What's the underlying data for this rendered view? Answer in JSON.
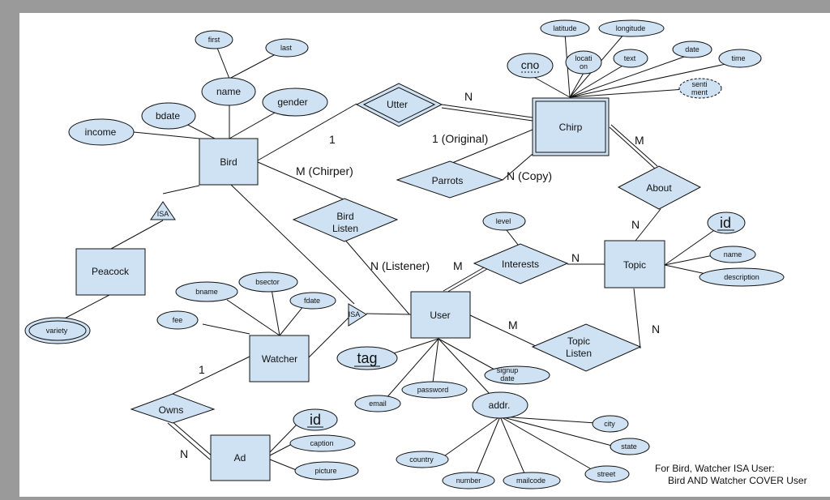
{
  "diagram": {
    "entities": {
      "bird": "Bird",
      "chirp": "Chirp",
      "topic": "Topic",
      "user": "User",
      "peacock": "Peacock",
      "watcher": "Watcher",
      "ad": "Ad"
    },
    "relationships": {
      "utter": "Utter",
      "parrots": "Parrots",
      "about": "About",
      "bird_listen": "Bird\nListen",
      "interests": "Interests",
      "topic_listen": "Topic\nListen",
      "owns": "Owns"
    },
    "isa": {
      "bird": "ISA",
      "user": "ISA"
    },
    "attributes": {
      "first": "first",
      "last": "last",
      "name": "name",
      "gender": "gender",
      "bdate": "bdate",
      "income": "income",
      "latitude": "latitude",
      "longitude": "longitude",
      "cno": "cno",
      "location": "locati\non",
      "text": "text",
      "date": "date",
      "time": "time",
      "sentiment": "senti\nment",
      "level": "level",
      "topic_id": "id",
      "topic_name": "name",
      "description": "description",
      "variety": "variety",
      "bname": "bname",
      "bsector": "bsector",
      "fdate": "fdate",
      "fee": "fee",
      "tag": "tag",
      "signup_date": "signup\ndate",
      "password": "password",
      "email": "email",
      "addr": "addr.",
      "city": "city",
      "state": "state",
      "street": "street",
      "country": "country",
      "number": "number",
      "mailcode": "mailcode",
      "ad_id": "id",
      "caption": "caption",
      "picture": "picture"
    },
    "cardinalities": {
      "utter_bird": "1",
      "utter_chirp": "N",
      "parrots_original": "1 (Original)",
      "parrots_copy": "N (Copy)",
      "chirper": "M (Chirper)",
      "about_chirp": "M",
      "about_topic": "N",
      "listener": "N (Listener)",
      "interests_user": "M",
      "interests_topic": "N",
      "topic_listen_user": "M",
      "topic_listen_topic": "N",
      "owns_watcher": "1",
      "owns_ad": "N"
    },
    "note": [
      "For Bird, Watcher ISA User:",
      "Bird AND Watcher COVER User"
    ]
  }
}
